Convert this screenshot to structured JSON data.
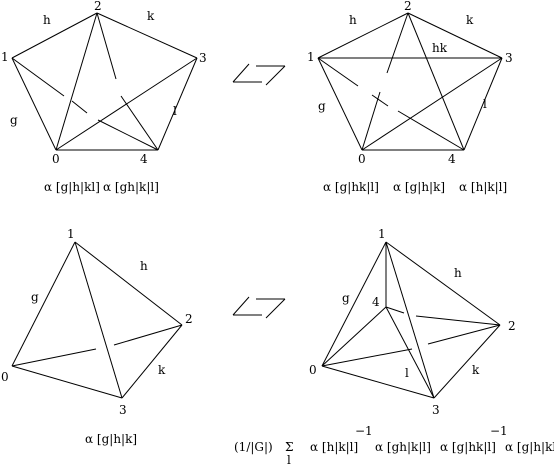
{
  "top_left": {
    "vertices": [
      "0",
      "1",
      "2",
      "3",
      "4"
    ],
    "edge_labels": [
      "h",
      "k",
      "g",
      "l"
    ],
    "formula": [
      "α [g|h|kl]",
      "α [gh|k|l]"
    ]
  },
  "top_right": {
    "vertices": [
      "0",
      "1",
      "2",
      "3",
      "4"
    ],
    "edge_labels": [
      "h",
      "k",
      "g",
      "l",
      "hk"
    ],
    "formula": [
      "α [g|hk|l]",
      "α [g|h|k]",
      "α [h|k|l]"
    ]
  },
  "bottom_left": {
    "vertices": [
      "0",
      "1",
      "2",
      "3"
    ],
    "edge_labels": [
      "g",
      "h",
      "k"
    ],
    "formula": [
      "α [g|h|k]"
    ]
  },
  "bottom_right": {
    "vertices": [
      "0",
      "1",
      "2",
      "3",
      "4"
    ],
    "edge_labels": [
      "g",
      "h",
      "k",
      "l"
    ],
    "prefix": "(1/|G|)",
    "sigma": "Σ",
    "sigma_index": "l",
    "formula": [
      "α [h|k|l]",
      "α [gh|k|l]",
      "α [g|hk|l]",
      "α [g|h|kl]"
    ],
    "exponents": [
      "−1",
      "−1"
    ]
  }
}
